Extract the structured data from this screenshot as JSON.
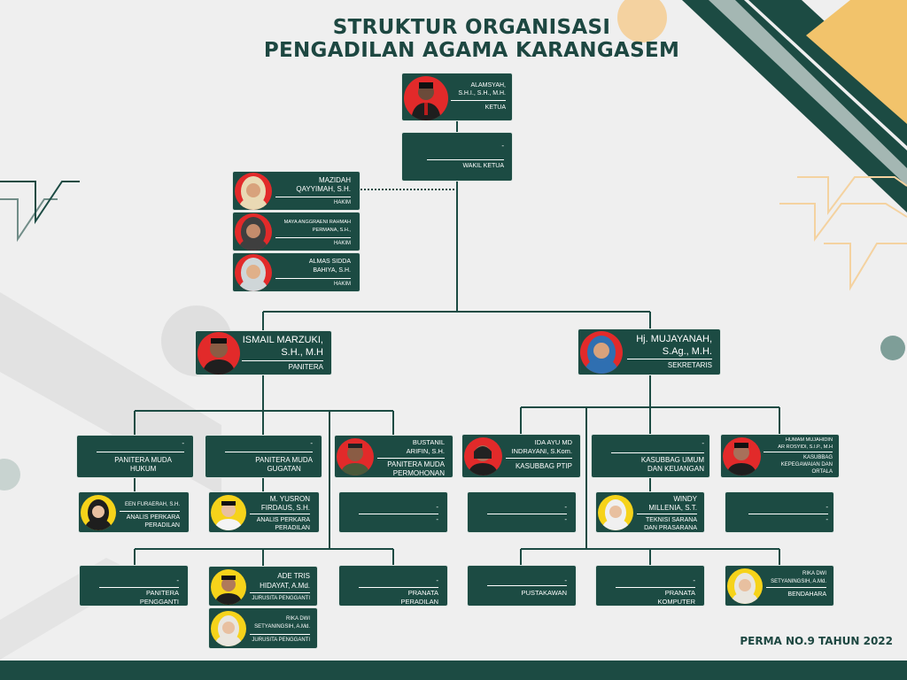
{
  "title": {
    "line1": "STRUKTUR ORGANISASI",
    "line2": "PENGADILAN AGAMA KARANGASEM"
  },
  "footer": "PERMA NO.9 TAHUN 2022",
  "colors": {
    "box_fill": "#1c4b43",
    "connector": "#1c4b43",
    "background": "#efefef",
    "accent_yellow": "#f2c36b",
    "accent_peach": "#f4d2a0",
    "accent_teal": "#1c4b43"
  },
  "nodes": {
    "ketua": {
      "name": "ALAMSYAH,\nS.H.I., S.H., M.H.",
      "role": "KETUA",
      "avatar": "photo-male-suit-red"
    },
    "wakil": {
      "name": "-",
      "role": "WAKIL KETUA"
    },
    "hakim1": {
      "name": "MAZIDAH\nQAYYIMAH, S.H.",
      "role": "HAKIM",
      "avatar": "photo-female-hijab-red"
    },
    "hakim2": {
      "name": "MAYA ANGGRAENI RAHMAH\nPERMANA, S.H.,",
      "role": "HAKIM",
      "avatar": "photo-female-hijab-red"
    },
    "hakim3": {
      "name": "ALMAS SIDDA\nBAHIYA, S.H.",
      "role": "HAKIM",
      "avatar": "photo-female-hijab-red"
    },
    "panitera": {
      "name": "ISMAIL MARZUKI,\nS.H., M.H",
      "role": "PANITERA",
      "avatar": "photo-male-suit-red"
    },
    "sekretaris": {
      "name": "Hj. MUJAYANAH,\nS.Ag., M.H.",
      "role": "SEKRETARIS",
      "avatar": "photo-female-hijab-red"
    },
    "pm_hukum": {
      "name": "-",
      "role": "PANITERA MUDA\nHUKUM"
    },
    "pm_gugatan": {
      "name": "-",
      "role": "PANITERA MUDA\nGUGATAN"
    },
    "pm_permohonan": {
      "name": "BUSTANIL\nARIFIN, S.H.",
      "role": "PANITERA MUDA\nPERMOHONAN",
      "avatar": "photo-male-red"
    },
    "ptip": {
      "name": "IDA AYU MD\nINDRAYANI, S.Kom.",
      "role": "KASUBBAG PTIP",
      "avatar": "photo-female-red"
    },
    "umum": {
      "name": "-",
      "role": "KASUBBAG UMUM\nDAN KEUANGAN"
    },
    "kepeg": {
      "name": "HUMAM MUJAHIDIN\nAR ROSYIDI, S.I.P., M.H",
      "role": "KASUBBAG\nKEPEGAWAIAN DAN\nORTALA",
      "avatar": "photo-male-suit-red"
    },
    "analis_hukum": {
      "name": "EEN FURAERAH, S.H.",
      "role": "ANALIS PERKARA\nPERADILAN",
      "avatar": "photo-female-yellow"
    },
    "analis_gugatan": {
      "name": "M. YUSRON\nFIRDAUS, S.H.",
      "role": "ANALIS PERKARA\nPERADILAN",
      "avatar": "photo-male-yellow"
    },
    "permohonan_staff": {
      "name": "-",
      "role": "-"
    },
    "ptip_staff": {
      "name": "-",
      "role": "-"
    },
    "teknisi": {
      "name": "WINDY\nMILLENIA, S.T.",
      "role": "TEKNISI SARANA\nDAN PRASARANA",
      "avatar": "photo-female-yellow"
    },
    "kepeg_staff": {
      "name": "-",
      "role": "-"
    },
    "pp": {
      "name": "-",
      "role": "PANITERA\nPENGGANTI"
    },
    "js1": {
      "name": "ADE TRIS\nHIDAYAT, A.Md.",
      "role": "JURUSITA PENGGANTI",
      "avatar": "photo-male-yellow"
    },
    "js2": {
      "name": "RIKA DWI\nSETYANINGSIH, A.Md.",
      "role": "JURUSITA PENGGANTI",
      "avatar": "photo-female-yellow"
    },
    "pranata_peradilan": {
      "name": "-",
      "role": "PRANATA\nPERADILAN"
    },
    "pustakawan": {
      "name": "-",
      "role": "PUSTAKAWAN"
    },
    "pranata_komputer": {
      "name": "-",
      "role": "PRANATA\nKOMPUTER"
    },
    "bendahara": {
      "name": "RIKA DWI\nSETYANINGSIH, A.Md.",
      "role": "BENDAHARA",
      "avatar": "photo-female-yellow"
    }
  }
}
